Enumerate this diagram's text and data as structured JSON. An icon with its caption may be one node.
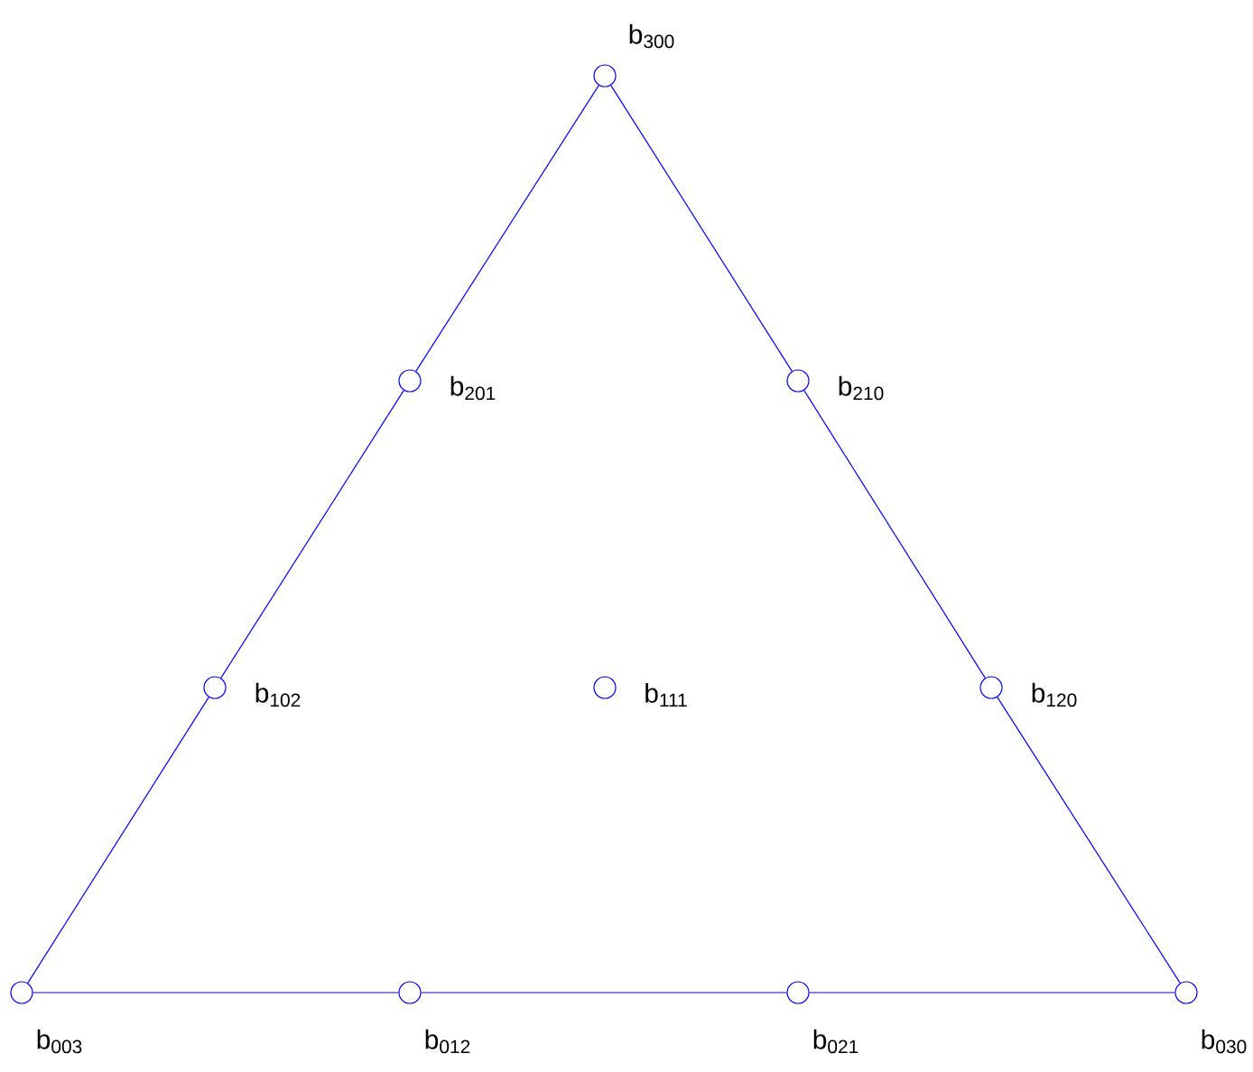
{
  "diagram": {
    "nodes": [
      {
        "text": [],
        "shape": "circle",
        "beside": [
          "b$_{300}$"
        ]
      },
      {
        "text": [],
        "shape": "circle",
        "beside": [
          "b$_{201}$"
        ]
      },
      {
        "text": [],
        "shape": "circle",
        "beside": [
          "b$_{210}$"
        ]
      },
      {
        "text": [],
        "shape": "circle",
        "beside": [
          "b$_{102}$"
        ]
      },
      {
        "text": [],
        "shape": "circle",
        "beside": [
          "b$_{111}$"
        ]
      },
      {
        "text": [],
        "shape": "circle",
        "beside": [
          "b$_{120}$"
        ]
      },
      {
        "text": [],
        "shape": "circle",
        "beside": [
          "b$_{003}$"
        ]
      },
      {
        "text": [],
        "shape": "circle",
        "beside": [
          "b$_{012}$"
        ]
      },
      {
        "text": [],
        "shape": "circle",
        "beside": [
          "b$_{021}$"
        ]
      },
      {
        "text": [],
        "shape": "circle",
        "beside": [
          "b$_{030}$"
        ]
      }
    ],
    "edges": [
      {
        "from": 0,
        "to": 1,
        "arrow": "none"
      },
      {
        "from": 1,
        "to": 3,
        "arrow": "none"
      },
      {
        "from": 3,
        "to": 6,
        "arrow": "none"
      },
      {
        "from": 6,
        "to": 7,
        "arrow": "none"
      },
      {
        "from": 7,
        "to": 8,
        "arrow": "none"
      },
      {
        "from": 8,
        "to": 9,
        "arrow": "none"
      },
      {
        "from": 9,
        "to": 5,
        "arrow": "none"
      },
      {
        "from": 5,
        "to": 2,
        "arrow": "none"
      },
      {
        "from": 2,
        "to": 0,
        "arrow": "none"
      }
    ]
  }
}
